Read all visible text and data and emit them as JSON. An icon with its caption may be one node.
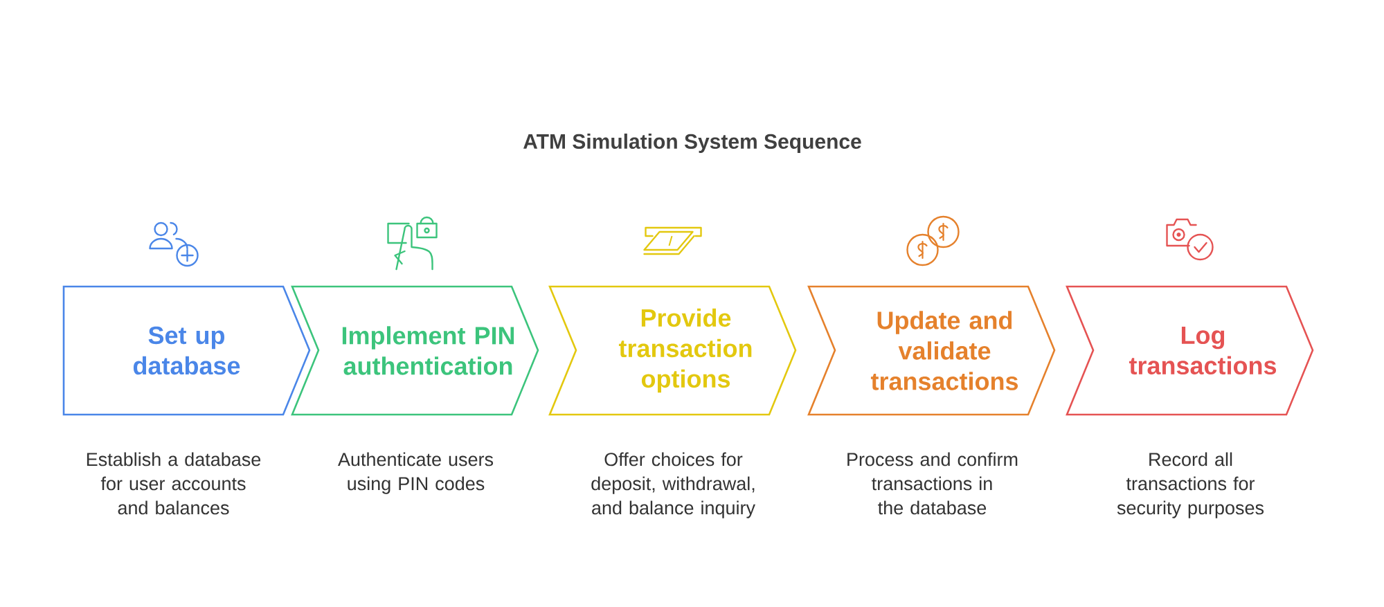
{
  "diagram": {
    "title": "ATM Simulation System Sequence",
    "nodes": [
      {
        "text": [
          "Set up database"
        ],
        "beside": [
          "Establish a database for user accounts and balances"
        ]
      },
      {
        "text": [
          "Implement PIN authentication"
        ],
        "beside": [
          "Authenticate users using PIN codes"
        ]
      },
      {
        "text": [
          "Provide transaction options"
        ],
        "beside": [
          "Offer choices for deposit, withdrawal, and balance inquiry"
        ]
      },
      {
        "text": [
          "Update and validate transactions"
        ],
        "beside": [
          "Process and confirm transactions in the database"
        ]
      },
      {
        "text": [
          "Log transactions"
        ],
        "beside": [
          "Record all transactions for security purposes"
        ]
      }
    ]
  }
}
